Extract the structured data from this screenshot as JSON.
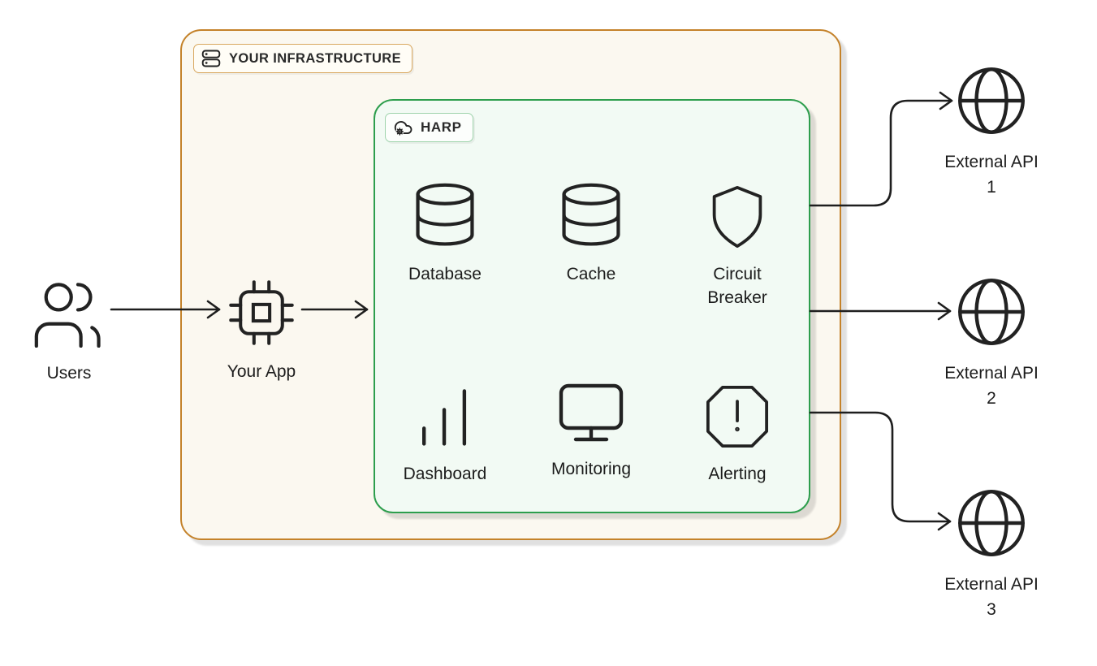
{
  "diagram": {
    "background": "#ffffff",
    "colors": {
      "infrastructure_border": "#c4822a",
      "infrastructure_fill": "#fbf8f0",
      "harp_border": "#2d9e4d",
      "harp_fill": "#f2faf4",
      "line_stroke": "#1e1e1e"
    }
  },
  "infrastructure": {
    "label": "YOUR INFRASTRUCTURE",
    "icon": "server-stack-icon"
  },
  "harp": {
    "label": "HARP",
    "icon": "cloud-gear-icon",
    "services": [
      {
        "label": "Database",
        "icon": "database-icon"
      },
      {
        "label": "Cache",
        "icon": "database-icon"
      },
      {
        "label": "Circuit Breaker",
        "icon": "shield-icon"
      },
      {
        "label": "Dashboard",
        "icon": "bar-chart-icon"
      },
      {
        "label": "Monitoring",
        "icon": "monitor-icon"
      },
      {
        "label": "Alerting",
        "icon": "octagon-alert-icon"
      }
    ]
  },
  "nodes": {
    "users": {
      "label": "Users",
      "icon": "users-icon"
    },
    "your_app": {
      "label": "Your App",
      "icon": "chip-icon"
    }
  },
  "external_apis": [
    {
      "label": "External API",
      "number": "1",
      "icon": "globe-icon"
    },
    {
      "label": "External API",
      "number": "2",
      "icon": "globe-icon"
    },
    {
      "label": "External API",
      "number": "3",
      "icon": "globe-icon"
    }
  ]
}
